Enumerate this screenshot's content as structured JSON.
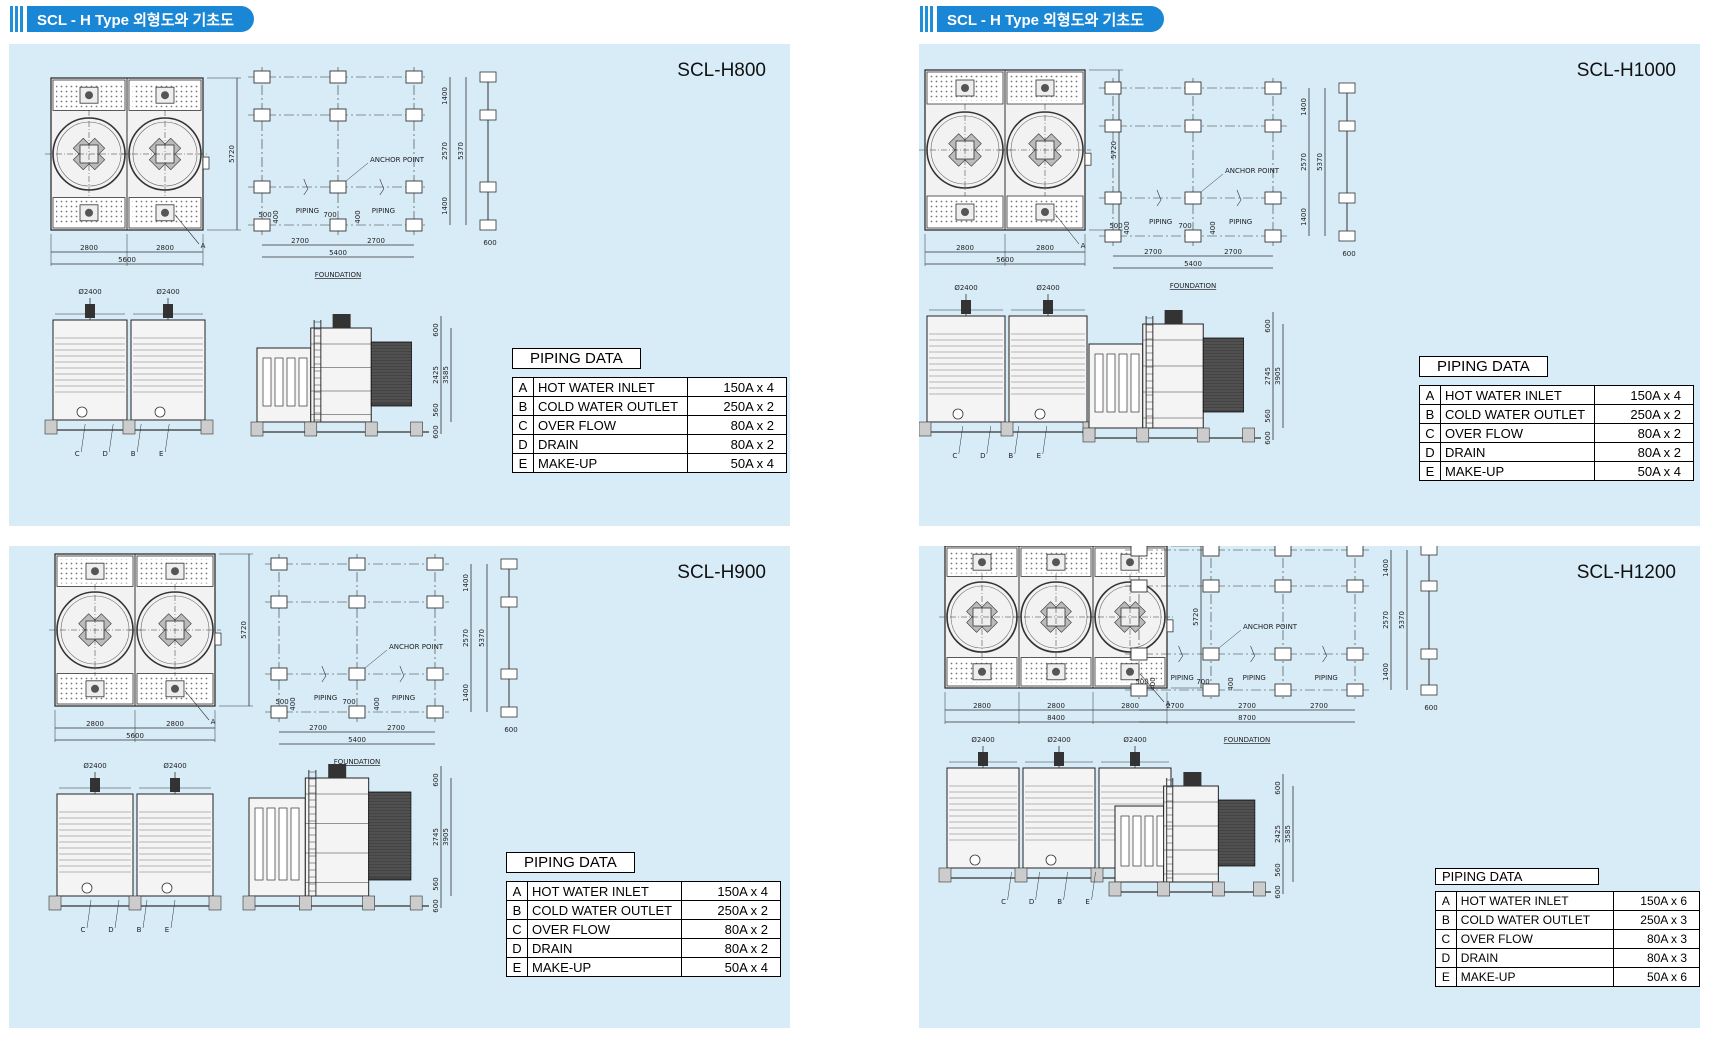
{
  "headers": [
    {
      "title": "SCL - H Type 외형도와 기초도"
    },
    {
      "title": "SCL - H Type 외형도와 기초도"
    }
  ],
  "labels": {
    "anchor": "ANCHOR POINT",
    "piping": "PIPING",
    "foundation": "FOUNDATION",
    "dia": "Ø2400"
  },
  "panels": [
    {
      "model": "SCL-H800",
      "piping_title": "PIPING DATA",
      "fans": 2,
      "top_dims": {
        "overall_w": "5600",
        "seg_w": "2800",
        "height": "5720",
        "callout": "A"
      },
      "foundation_dims": {
        "d1": "1400",
        "d2": "2570",
        "d3": "1400",
        "total_v": "5370",
        "h1": "2700",
        "h2": "2700",
        "total_h": "5400",
        "s1": "500",
        "s2": "400",
        "s3": "700",
        "s4": "400",
        "anchor_gap": "600"
      },
      "side_dims": {
        "a": "600",
        "b": "2425",
        "c": "3585",
        "d": "560",
        "e": "600"
      },
      "callouts": [
        "C",
        "D",
        "B",
        "E"
      ],
      "piping_rows": [
        {
          "key": "A",
          "name": "HOT WATER INLET",
          "value": "150A x 4"
        },
        {
          "key": "B",
          "name": "COLD WATER OUTLET",
          "value": "250A x 2"
        },
        {
          "key": "C",
          "name": "OVER FLOW",
          "value": "80A x 2"
        },
        {
          "key": "D",
          "name": "DRAIN",
          "value": "80A x 2"
        },
        {
          "key": "E",
          "name": "MAKE-UP",
          "value": "50A x 4"
        }
      ]
    },
    {
      "model": "SCL-H1000",
      "piping_title": "PIPING DATA",
      "fans": 2,
      "top_dims": {
        "overall_w": "5600",
        "seg_w": "2800",
        "height": "5720",
        "callout": "A"
      },
      "foundation_dims": {
        "d1": "1400",
        "d2": "2570",
        "d3": "1400",
        "total_v": "5370",
        "h1": "2700",
        "h2": "2700",
        "total_h": "5400",
        "s1": "500",
        "s2": "400",
        "s3": "700",
        "s4": "400",
        "anchor_gap": "600"
      },
      "side_dims": {
        "a": "600",
        "b": "2745",
        "c": "3905",
        "d": "560",
        "e": "600"
      },
      "callouts": [
        "C",
        "D",
        "B",
        "E"
      ],
      "piping_rows": [
        {
          "key": "A",
          "name": "HOT WATER INLET",
          "value": "150A x 4"
        },
        {
          "key": "B",
          "name": "COLD WATER OUTLET",
          "value": "250A x 2"
        },
        {
          "key": "C",
          "name": "OVER FLOW",
          "value": "80A x 2"
        },
        {
          "key": "D",
          "name": "DRAIN",
          "value": "80A x 2"
        },
        {
          "key": "E",
          "name": "MAKE-UP",
          "value": "50A x 4"
        }
      ]
    },
    {
      "model": "SCL-H900",
      "piping_title": "PIPING DATA",
      "fans": 2,
      "top_dims": {
        "overall_w": "5600",
        "seg_w": "2800",
        "height": "5720",
        "callout": "A"
      },
      "foundation_dims": {
        "d1": "1400",
        "d2": "2570",
        "d3": "1400",
        "total_v": "5370",
        "h1": "2700",
        "h2": "2700",
        "total_h": "5400",
        "s1": "500",
        "s2": "400",
        "s3": "700",
        "s4": "400",
        "anchor_gap": "600"
      },
      "side_dims": {
        "a": "600",
        "b": "2745",
        "c": "3905",
        "d": "560",
        "e": "600"
      },
      "callouts": [
        "C",
        "D",
        "B",
        "E"
      ],
      "piping_rows": [
        {
          "key": "A",
          "name": "HOT WATER INLET",
          "value": "150A x 4"
        },
        {
          "key": "B",
          "name": "COLD WATER OUTLET",
          "value": "250A x 2"
        },
        {
          "key": "C",
          "name": "OVER FLOW",
          "value": "80A x 2"
        },
        {
          "key": "D",
          "name": "DRAIN",
          "value": "80A x 2"
        },
        {
          "key": "E",
          "name": "MAKE-UP",
          "value": "50A x 4"
        }
      ]
    },
    {
      "model": "SCL-H1200",
      "piping_title": "PIPING DATA",
      "fans": 3,
      "top_dims": {
        "overall_w": "8400",
        "seg_w": "2800",
        "height": "5720",
        "callout": "A"
      },
      "foundation_dims": {
        "d1": "1400",
        "d2": "2570",
        "d3": "1400",
        "total_v": "5370",
        "h1": "2700",
        "h2": "2700",
        "h3": "2700",
        "total_h": "8700",
        "s1": "500",
        "s2": "400",
        "s3": "700",
        "s4": "400",
        "anchor_gap": "600"
      },
      "side_dims": {
        "a": "600",
        "b": "2425",
        "c": "3585",
        "d": "560",
        "e": "600"
      },
      "callouts": [
        "C",
        "D",
        "B",
        "E"
      ],
      "piping_rows": [
        {
          "key": "A",
          "name": "HOT WATER INLET",
          "value": "150A x 6"
        },
        {
          "key": "B",
          "name": "COLD WATER OUTLET",
          "value": "250A x 3"
        },
        {
          "key": "C",
          "name": "OVER FLOW",
          "value": "80A x 3"
        },
        {
          "key": "D",
          "name": "DRAIN",
          "value": "80A x 3"
        },
        {
          "key": "E",
          "name": "MAKE-UP",
          "value": "50A x 6"
        }
      ]
    }
  ]
}
